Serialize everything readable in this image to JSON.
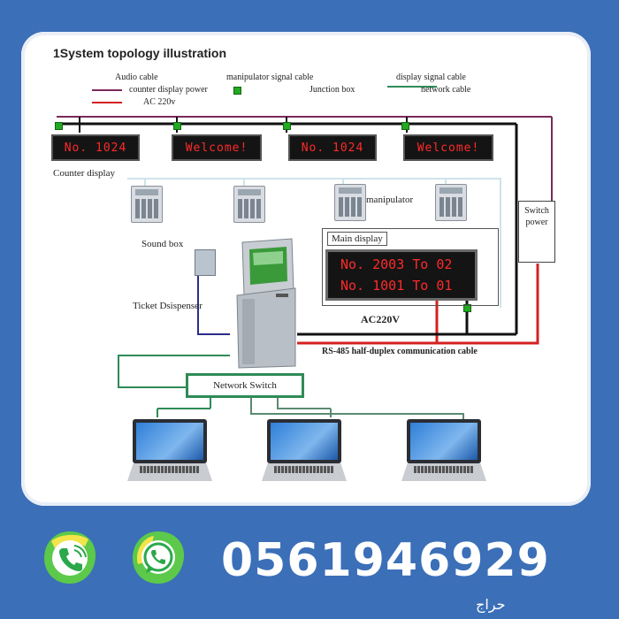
{
  "diagram": {
    "title": "1System topology illustration",
    "legend": {
      "audio_cable": "Audio cable",
      "manipulator_signal_cable": "manipulator signal cable",
      "display_signal_cable": "display signal cable",
      "counter_display_power": "counter display power",
      "junction_box": "Junction box",
      "network_cable": "network cable",
      "ac_220v": "AC 220v"
    },
    "counter_displays": [
      "No. 1024",
      "Welcome!",
      "No. 1024",
      "Welcome!"
    ],
    "labels": {
      "counter_display": "Counter display",
      "manipulator": "manipulator",
      "switch_power": "Switch power",
      "main_display": "Main display",
      "sound_box": "Sound box",
      "ticket_dispenser": "Ticket Dsispenser",
      "ac220v": "AC220V",
      "rs485": "RS-485 half-duplex communication cable",
      "network_switch": "Network Switch"
    },
    "main_display_lines": [
      "No. 2003 To 02",
      "No. 1001 To 01"
    ],
    "colors": {
      "background": "#3b6fb8",
      "led_text": "#ff2a2a",
      "ac_power": "#d42020",
      "display_power": "#7a2a5a",
      "network": "#2e8b57"
    }
  },
  "contact": {
    "phone": "0561946929",
    "arabic": "حراج",
    "icons": [
      "phone-call-icon",
      "whatsapp-icon"
    ]
  }
}
